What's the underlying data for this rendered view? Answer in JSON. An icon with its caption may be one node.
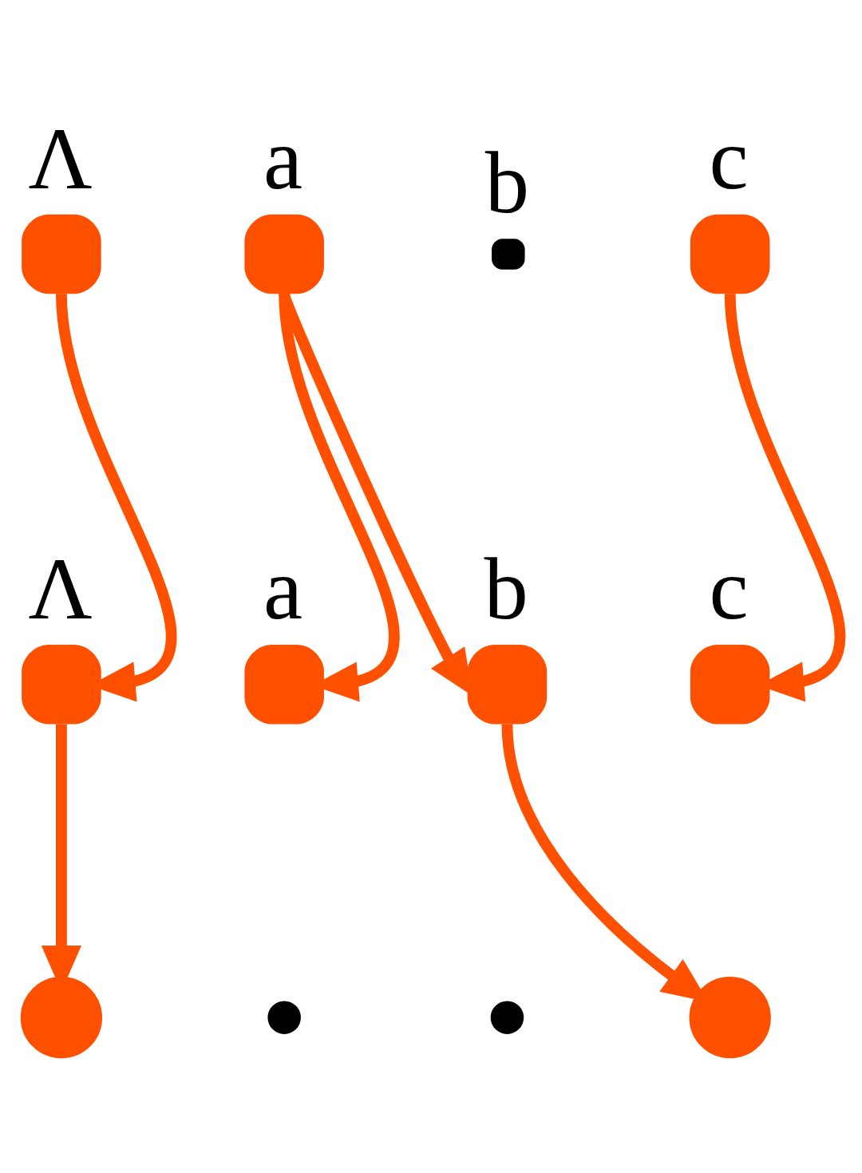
{
  "diagram": {
    "nodes": [
      {
        "text": [
          "Λ"
        ]
      },
      {
        "text": [
          "a"
        ]
      },
      {
        "text": [
          "b"
        ]
      },
      {
        "text": [
          "c"
        ]
      },
      {
        "text": [
          "Λ"
        ]
      },
      {
        "text": [
          "a"
        ]
      },
      {
        "text": [
          "b"
        ]
      },
      {
        "text": [
          "c"
        ]
      },
      {
        "text": [],
        "shape": "circle"
      },
      {
        "text": [],
        "shape": "circle"
      },
      {
        "text": [],
        "shape": "circle"
      },
      {
        "text": [],
        "shape": "circle"
      }
    ],
    "edges": [
      {
        "from": 0,
        "to": 4,
        "arrow": "to"
      },
      {
        "from": 1,
        "to": 5,
        "arrow": "to"
      },
      {
        "from": 1,
        "to": 6,
        "arrow": "to"
      },
      {
        "from": 3,
        "to": 7,
        "arrow": "to"
      },
      {
        "from": 4,
        "to": 8,
        "arrow": "to"
      },
      {
        "from": 6,
        "to": 11,
        "arrow": "to"
      }
    ]
  }
}
